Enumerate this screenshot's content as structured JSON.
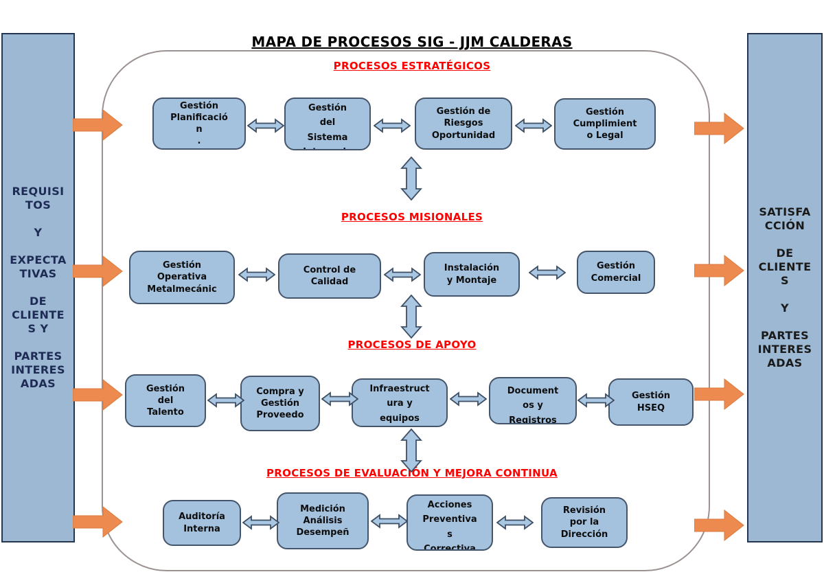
{
  "title": "MAPA DE PROCESOS SIG - JJM CALDERAS",
  "left_panel": {
    "text": "REQUISI\nTOS\n\nY\n\nEXPECTA\nTIVAS\n\nDE\nCLIENTE\nS Y\n\nPARTES\nINTERES\nADAS"
  },
  "right_panel": {
    "text": "SATISFA\nCCIÓN\n\nDE\nCLIENTE\nS\n\nY\n\nPARTES\nINTERES\nADAS"
  },
  "sections": [
    {
      "heading": "PROCESOS ESTRATÉGICOS",
      "boxes": [
        "Gestión\nPlanificació\nn\n.",
        "Gestión\ndel\nSistema\nIntegrado",
        "Gestión de\nRiesgos\nOportunidad",
        "Gestión\nCumplimient\no Legal"
      ]
    },
    {
      "heading": "PROCESOS MISIONALES",
      "boxes": [
        "Gestión\nOperativa\nMetalmecánic",
        "Control de\nCalidad",
        "Instalación\ny Montaje",
        "Gestión\nComercial"
      ]
    },
    {
      "heading": "PROCESOS DE APOYO",
      "boxes": [
        "Gestión\ndel\nTalento",
        "Compra y\nGestión\nProveedo",
        "Infraestruct\nura y\nequipos",
        "Document\nos y\nRegistros",
        "Gestión\nHSEQ"
      ]
    },
    {
      "heading": "PROCESOS DE EVALUACIÓN Y MEJORA CONTINUA",
      "boxes": [
        "Auditoría\nInterna",
        "Medición\nAnálisis\nDesempeñ",
        "Acciones\nPreventiva\ns\nCorrectiva",
        "Revisión\npor la\nDirección"
      ]
    }
  ],
  "colors": {
    "process_box_fill": "#a4c2de",
    "process_box_border": "#44546a",
    "panel_fill": "#9cb8d3",
    "panel_border": "#25344f",
    "left_panel_text": "#1e2b55",
    "right_panel_text": "#1a1a1a",
    "heading_red": "#ff0000",
    "flow_arrow_orange": "#ed8a4f",
    "connector_blue_fill": "#a9c7e2",
    "connector_blue_border": "#3e4e63",
    "frame_border": "#9a9190"
  }
}
